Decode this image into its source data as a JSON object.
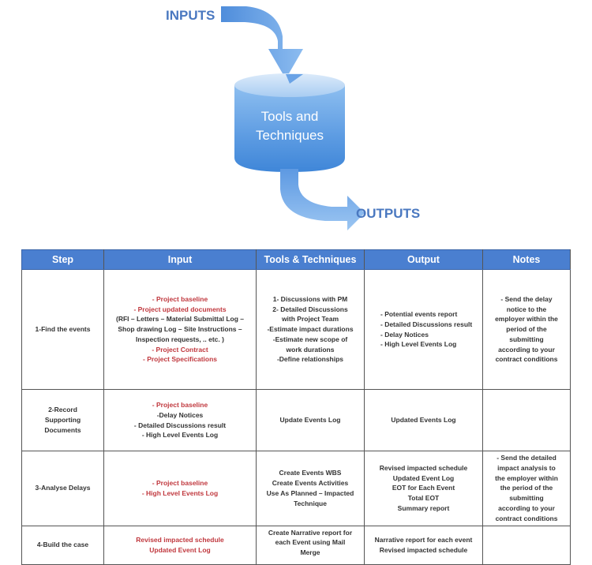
{
  "diagram": {
    "inputs_label": "INPUTS",
    "center_label_line1": "Tools and",
    "center_label_line2": "Techniques",
    "outputs_label": "OUTPUTS",
    "colors": {
      "arrow": "#6ea6e6",
      "cylinder_top": "#b8d6f4",
      "cylinder_body": "#5b9ae0",
      "label": "#4a78c0"
    }
  },
  "table": {
    "header_color": "#4a7fd0",
    "columns": [
      "Step",
      "Input",
      "Tools & Techniques",
      "Output",
      "Notes"
    ],
    "rows": [
      {
        "step": "1-Find the events",
        "input": [
          {
            "text": "- Project baseline",
            "color": "red"
          },
          {
            "text": "- Project updated documents",
            "color": "red"
          },
          {
            "text": "(RFI – Letters – Material Submittal Log –",
            "color": "dark"
          },
          {
            "text": "Shop drawing Log – Site Instructions –",
            "color": "dark"
          },
          {
            "text": "Inspection requests, .. etc. )",
            "color": "dark"
          },
          {
            "text": "- Project Contract",
            "color": "red"
          },
          {
            "text": "- Project Specifications",
            "color": "red"
          }
        ],
        "tools": [
          "1- Discussions with PM",
          "2- Detailed Discussions",
          "with Project Team",
          "-Estimate impact durations",
          "-Estimate new scope of",
          "work durations",
          "-Define relationships"
        ],
        "output": [
          "- Potential events report",
          "- Detailed Discussions result",
          "- Delay Notices",
          "- High Level Events Log"
        ],
        "notes": [
          "- Send the delay",
          "notice to the",
          "employer within the",
          "period of the",
          "submitting",
          "according to your",
          "contract conditions"
        ]
      },
      {
        "step": [
          "2-Record",
          "Supporting",
          "Documents"
        ],
        "input": [
          {
            "text": "- Project baseline",
            "color": "red"
          },
          {
            "text": "-Delay Notices",
            "color": "dark"
          },
          {
            "text": "- Detailed Discussions result",
            "color": "dark"
          },
          {
            "text": "- High Level Events Log",
            "color": "dark"
          }
        ],
        "tools": [
          "Update Events Log"
        ],
        "output": [
          "Updated Events Log"
        ],
        "notes": []
      },
      {
        "step": "3-Analyse Delays",
        "input": [
          {
            "text": "- Project baseline",
            "color": "red"
          },
          {
            "text": "- High Level Events Log",
            "color": "red"
          }
        ],
        "tools": [
          "Create Events WBS",
          "Create Events Activities",
          "Use As Planned – Impacted",
          "Technique"
        ],
        "output": [
          "Revised impacted schedule",
          "Updated Event Log",
          "EOT for Each Event",
          "Total EOT",
          "Summary report"
        ],
        "notes": [
          "- Send the detailed",
          "impact analysis to",
          "the employer within",
          "the period of the",
          "submitting",
          "according to your",
          "contract conditions"
        ]
      },
      {
        "step": "4-Build the case",
        "input": [
          {
            "text": "Revised impacted schedule",
            "color": "red"
          },
          {
            "text": "Updated Event Log",
            "color": "red"
          }
        ],
        "tools": [
          "Create Narrative report for",
          "each Event using Mail",
          "Merge"
        ],
        "output": [
          "Narrative report for each event",
          "Revised impacted schedule"
        ],
        "notes": []
      }
    ]
  }
}
